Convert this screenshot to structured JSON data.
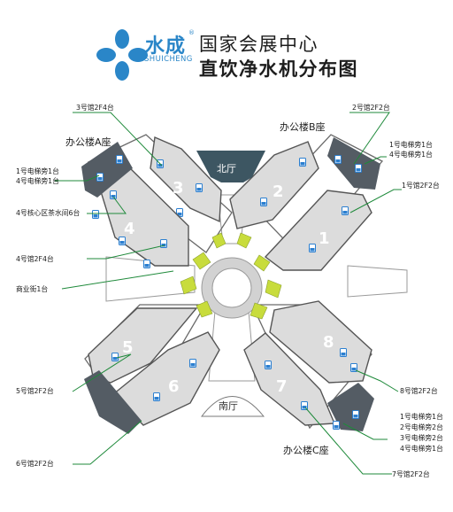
{
  "header": {
    "brand_cn": "水成",
    "brand_reg": "®",
    "brand_en": "SHUICHENG",
    "title_line1": "国家会展中心",
    "title_line2": "直饮净水机分布图"
  },
  "halls": [
    {
      "id": "hall-1",
      "label": "1"
    },
    {
      "id": "hall-2",
      "label": "2"
    },
    {
      "id": "hall-3",
      "label": "3"
    },
    {
      "id": "hall-4",
      "label": "4"
    },
    {
      "id": "hall-5",
      "label": "5"
    },
    {
      "id": "hall-6",
      "label": "6"
    },
    {
      "id": "hall-7",
      "label": "7"
    },
    {
      "id": "hall-8",
      "label": "8"
    }
  ],
  "buildings": {
    "office_a": "办公楼A座",
    "office_b": "办公楼B座",
    "office_c": "办公楼C座",
    "north_hall": "北厅",
    "south_hall": "南厅"
  },
  "callouts": {
    "hall3_2f": "3号馆2F4台",
    "hall2_2f": "2号馆2F2台",
    "office_a_elevator_1": "1号电梯旁1台",
    "office_a_elevator_2": "4号电梯旁1台",
    "office_b_elevator_1": "1号电梯旁1台",
    "office_b_elevator_2": "4号电梯旁1台",
    "hall1_2f": "1号馆2F2台",
    "core_tea_room": "4号核心区茶水间6台",
    "hall4_2f": "4号馆2F4台",
    "commercial_street": "商业街1台",
    "hall5_2f": "5号馆2F2台",
    "hall8_2f": "8号馆2F2台",
    "office_c_elevator_1": "1号电梯旁1台",
    "office_c_elevator_2": "2号电梯旁2台",
    "office_c_elevator_3": "3号电梯旁2台",
    "office_c_elevator_4": "4号电梯旁1台",
    "hall6_2f": "6号馆2F2台",
    "hall7_2f": "7号馆2F2台"
  },
  "colors": {
    "brand_blue": "#2a86c8",
    "leader_green": "#1f8a3b",
    "hall_fill": "#dcdcdc",
    "office_fill": "#545c64",
    "north_fill": "#3d5662",
    "connector_green": "#c8dc3c",
    "icon_blue": "#2b7fd0"
  },
  "icons": {
    "water_dispenser": "water-cup-icon",
    "logo": "shuicheng-logo-icon"
  }
}
